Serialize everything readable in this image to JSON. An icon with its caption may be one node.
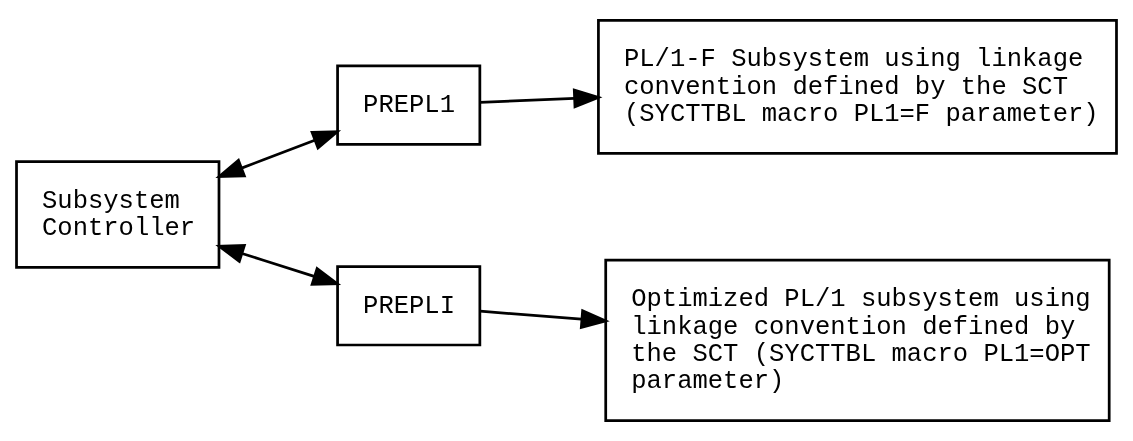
{
  "diagram": {
    "nodes": [
      {
        "text": [
          "Subsystem Controller"
        ]
      },
      {
        "text": [
          "PREPL1"
        ]
      },
      {
        "text": [
          "PREPLI"
        ]
      },
      {
        "text": [
          "PL/1-F Subsystem using linkage convention defined by the SCT (SYCTTBL macro PL1=F parameter)"
        ]
      },
      {
        "text": [
          "Optimized PL/1 subsystem using linkage convention defined by the SCT (SYCTTBL macro PL1=OPT parameter)"
        ]
      }
    ],
    "edges": [
      {
        "from": 0,
        "to": 1,
        "arrow": "both"
      },
      {
        "from": 0,
        "to": 2,
        "arrow": "both"
      },
      {
        "from": 1,
        "to": 3,
        "arrow": "to"
      },
      {
        "from": 2,
        "to": 4,
        "arrow": "to"
      }
    ]
  }
}
